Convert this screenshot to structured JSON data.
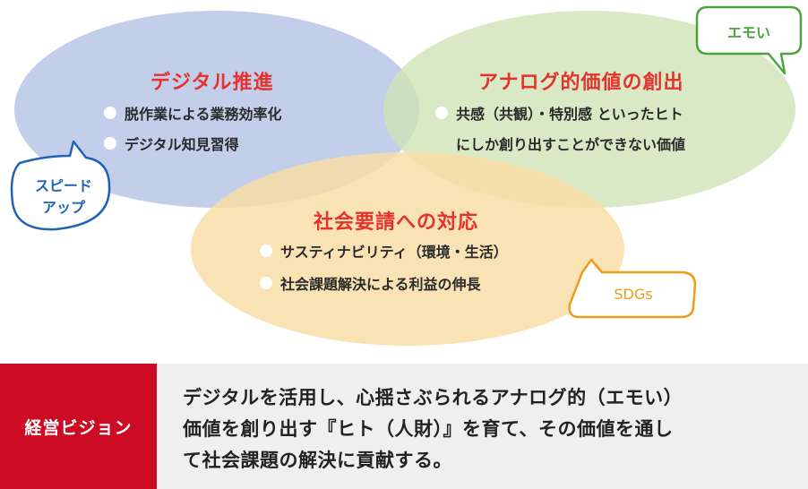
{
  "colors": {
    "digital": "#b8c6e6",
    "analog": "#cfe3b6",
    "social": "#f8dda6",
    "title_red": "#e5322d",
    "bubble_blue": "#1f63b5",
    "bubble_green": "#4aa43c",
    "bubble_orange": "#ef9b1b",
    "vision_red": "#cc0b24",
    "vision_bg": "#efefef"
  },
  "circles": {
    "digital": {
      "title": "デジタル推進",
      "items": [
        "脱作業による業務効率化",
        "デジタル知見習得"
      ]
    },
    "analog": {
      "title": "アナログ的価値の創出",
      "items": [
        "共感（共観）・特別感 といったヒト",
        "にしか創り出すことができない価値"
      ]
    },
    "social": {
      "title": "社会要請への対応",
      "items": [
        "サスティナビリティ（環境・生活）",
        "社会課題解決による利益の伸長"
      ]
    }
  },
  "bubbles": {
    "speed_line1": "スピード",
    "speed_line2": "アップ",
    "emoi": "エモい",
    "sdgs": "SDGs"
  },
  "vision": {
    "label": "経営ビジョン",
    "lines": [
      "デジタルを活用し、心揺さぶられるアナログ的（エモい）",
      "価値を創り出す『ヒト（人財）』を育て、その価値を通し",
      "て社会課題の解決に貢献する。"
    ]
  }
}
